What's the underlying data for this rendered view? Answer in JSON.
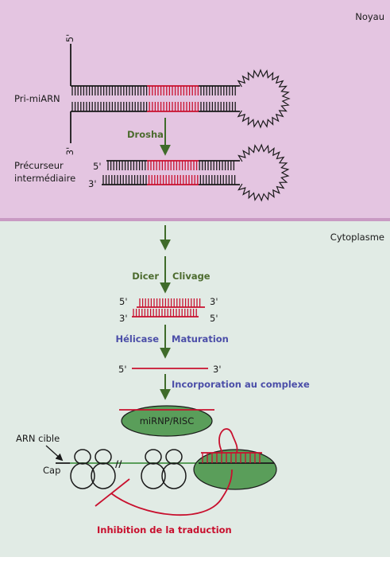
{
  "colors": {
    "nucleus_bg": "#e4c5e1",
    "cytoplasm_bg": "#e1ebe5",
    "membrane": "#c99ac3",
    "stem_black": "#1a1a1a",
    "stem_red": "#c8102e",
    "arrow_green": "#3f6b2a",
    "label_green": "#4c6b2e",
    "label_blue": "#4b4ea8",
    "risc_fill": "#5a9e5a",
    "inhibition_red": "#c8102e"
  },
  "compartments": {
    "nucleus": "Noyau",
    "cytoplasm": "Cytoplasme"
  },
  "pri_mirna": {
    "label": "Pri-miARN",
    "end5": "5'",
    "end3": "3'"
  },
  "drosha": {
    "label": "Drosha"
  },
  "precursor": {
    "label_line1": "Précurseur",
    "label_line2": "intermédiaire",
    "end5": "5'",
    "end3": "3'"
  },
  "dicer": {
    "label": "Dicer",
    "action": "Clivage"
  },
  "duplex": {
    "top5": "5'",
    "top3": "3'",
    "bottom3": "3'",
    "bottom5": "5'"
  },
  "helicase": {
    "label": "Hélicase",
    "action": "Maturation"
  },
  "mature": {
    "end5": "5'",
    "end3": "3'"
  },
  "incorporation": {
    "label": "Incorporation au complexe"
  },
  "risc": {
    "label": "miRNP/RISC"
  },
  "target": {
    "label": "ARN cible",
    "cap": "Cap",
    "break_mark": "//"
  },
  "inhibition": {
    "label": "Inhibition de la traduction"
  }
}
